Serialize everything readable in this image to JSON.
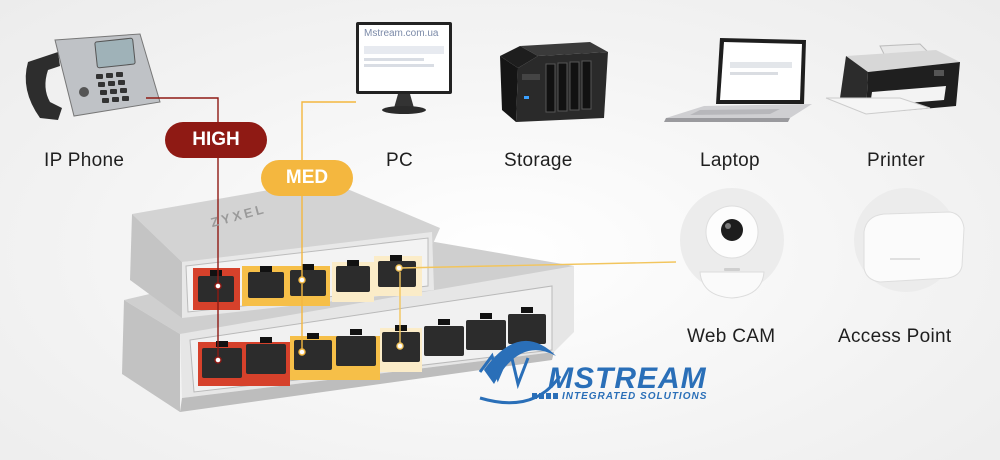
{
  "devices": {
    "ip_phone": "IP Phone",
    "pc": "PC",
    "storage": "Storage",
    "laptop": "Laptop",
    "printer": "Printer",
    "web_cam": "Web CAM",
    "access_point": "Access Point"
  },
  "priorities": {
    "high": "HIGH",
    "med": "MED"
  },
  "switch": {
    "brand": "ZYXEL"
  },
  "monitor_text": "Mstream.com.ua",
  "logo": {
    "name": "MSTREAM",
    "tagline": "INTEGRATED SOLUTIONS"
  },
  "colors": {
    "high": "#8f1a14",
    "med": "#f4b73f",
    "switch_body": "#dcdcdc",
    "logo": "#2a6fb8"
  }
}
